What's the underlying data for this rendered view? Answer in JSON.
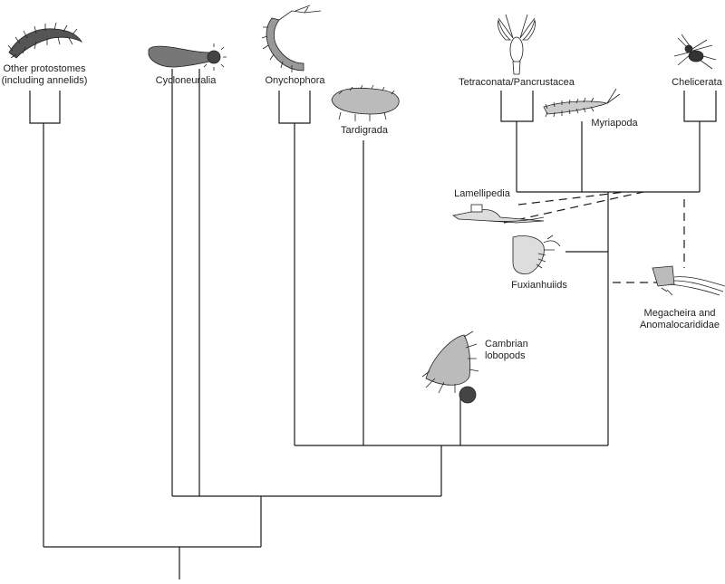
{
  "taxa": {
    "other_protostomes": "Other protostomes\n(including annelids)",
    "cycloneuralia": "Cycloneuralia",
    "onychophora": "Onychophora",
    "tardigrada": "Tardigrada",
    "tetraconata": "Tetraconata/Pancrustacea",
    "myriapoda": "Myriapoda",
    "chelicerata": "Chelicerata",
    "lamellipedia": "Lamellipedia",
    "fuxianhuiids": "Fuxianhuiids",
    "megacheira": "Megacheira and\nAnomalocarididae",
    "cambrian_lobopods": "Cambrian\nlobopods"
  },
  "illustrations": {
    "other_protostomes": "polychaete-worm-icon",
    "cycloneuralia": "priapulid-worm-icon",
    "onychophora": "velvet-worm-icon",
    "tardigrada": "tardigrade-icon",
    "tetraconata": "crayfish-icon",
    "myriapoda": "centipede-icon",
    "chelicerata": "spider-icon",
    "lamellipedia": "lamellipede-fossil-icon",
    "fuxianhuiids": "fuxianhuiid-fossil-icon",
    "megacheira": "anomalocarid-fossil-icon",
    "cambrian_lobopods": "cambrian-lobopod-icon"
  }
}
